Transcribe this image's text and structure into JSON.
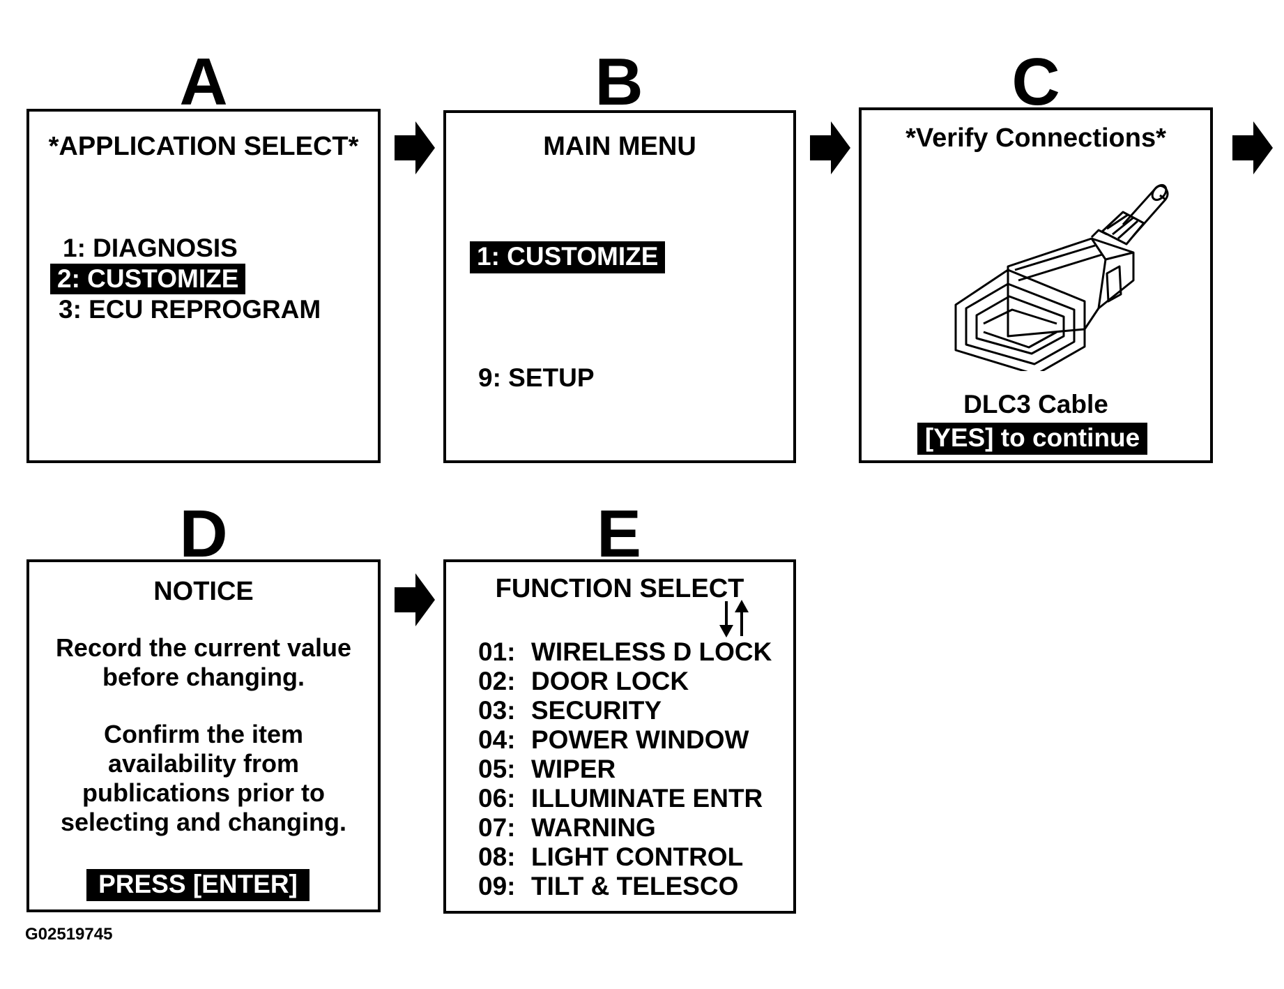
{
  "panels": {
    "a": {
      "letter": "A",
      "title": "*APPLICATION SELECT*",
      "items": [
        "1:  DIAGNOSIS",
        "2:  CUSTOMIZE",
        "3:  ECU REPROGRAM"
      ]
    },
    "b": {
      "letter": "B",
      "title": "MAIN MENU",
      "items": [
        "1: CUSTOMIZE",
        "9: SETUP"
      ]
    },
    "c": {
      "letter": "C",
      "title": "*Verify Connections*",
      "cable_label": "DLC3 Cable",
      "continue_label": "[YES] to continue"
    },
    "d": {
      "letter": "D",
      "title": "NOTICE",
      "lines": [
        "Record the current value",
        "before changing.",
        "Confirm the item",
        "availability from",
        "publications prior to",
        "selecting and changing."
      ],
      "button": "PRESS [ENTER]"
    },
    "e": {
      "letter": "E",
      "title": "FUNCTION SELECT",
      "scroll_icon": "down-up-arrows-icon",
      "functions": [
        {
          "num": "01:",
          "label": "WIRELESS D LOCK"
        },
        {
          "num": "02:",
          "label": "DOOR LOCK"
        },
        {
          "num": "03:",
          "label": "SECURITY"
        },
        {
          "num": "04:",
          "label": "POWER WINDOW"
        },
        {
          "num": "05:",
          "label": "WIPER"
        },
        {
          "num": "06:",
          "label": "ILLUMINATE ENTR"
        },
        {
          "num": "07:",
          "label": "WARNING"
        },
        {
          "num": "08:",
          "label": "LIGHT CONTROL"
        },
        {
          "num": "09:",
          "label": "TILT & TELESCO"
        }
      ]
    }
  },
  "caption": "G02519745",
  "colors": {
    "ink": "#000000",
    "paper": "#ffffff"
  }
}
